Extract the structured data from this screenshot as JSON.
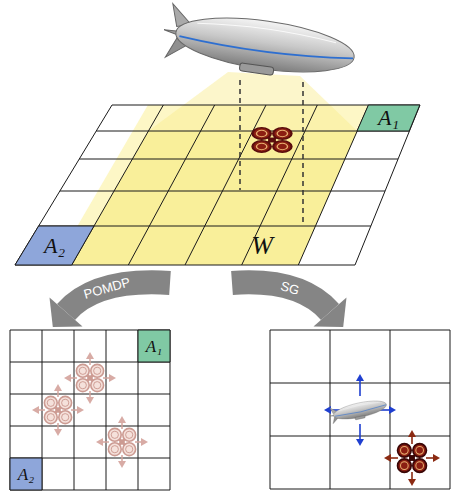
{
  "diagram": {
    "nodes": [
      {
        "text": [
          "A₁"
        ]
      },
      {
        "text": [
          "A₂"
        ]
      },
      {
        "text": [
          "A₁"
        ]
      },
      {
        "text": [
          "A₂"
        ]
      }
    ],
    "labels": [
      "W",
      "POMDP",
      "SG"
    ]
  }
}
